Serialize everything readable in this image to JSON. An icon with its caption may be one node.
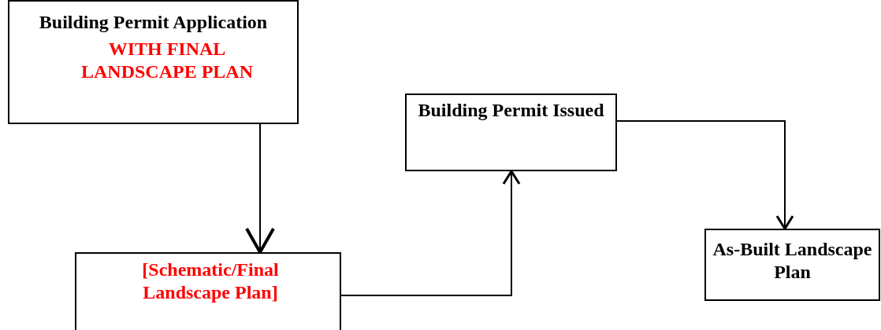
{
  "diagram": {
    "nodes": [
      {
        "text": [
          "Building Permit Application",
          "WITH FINAL LANDSCAPE PLAN"
        ]
      },
      {
        "text": [
          "[Schematic/Final Landscape Plan]"
        ]
      },
      {
        "text": [
          "Building Permit Issued"
        ]
      },
      {
        "text": [
          "As-Built Landscape Plan"
        ]
      }
    ],
    "edges": [
      {
        "from": 0,
        "to": 1,
        "arrow": "to"
      },
      {
        "from": 1,
        "to": 2,
        "arrow": "to"
      },
      {
        "from": 2,
        "to": 3,
        "arrow": "to"
      }
    ]
  }
}
